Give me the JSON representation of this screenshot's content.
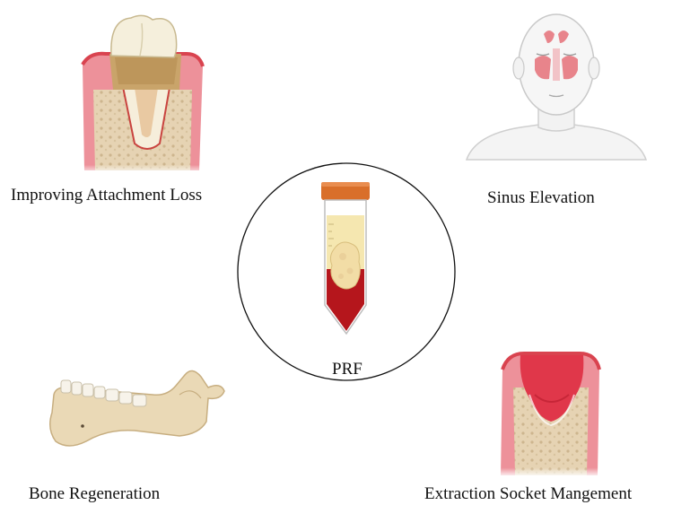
{
  "labels": {
    "top_left": "Improving Attachment Loss",
    "top_right": "Sinus Elevation",
    "center": "PRF",
    "bottom_left": "Bone Regeneration",
    "bottom_right": "Extraction Socket Mangement"
  },
  "icons": {
    "top_left": "periodontal-tooth-icon",
    "top_right": "head-sinus-icon",
    "center": "prf-tube-icon",
    "bottom_left": "mandible-icon",
    "bottom_right": "extraction-socket-icon"
  },
  "colors": {
    "gum": "#e98a93",
    "gum_edge": "#d9434f",
    "bone": "#e8d5b5",
    "tooth": "#f3ead3",
    "calculus": "#c9a46a",
    "sinus": "#e8848b",
    "tube_cap": "#d96f2a",
    "plasma": "#f5e7b0",
    "clot": "#b5161c",
    "mandible": "#ead9b6"
  }
}
